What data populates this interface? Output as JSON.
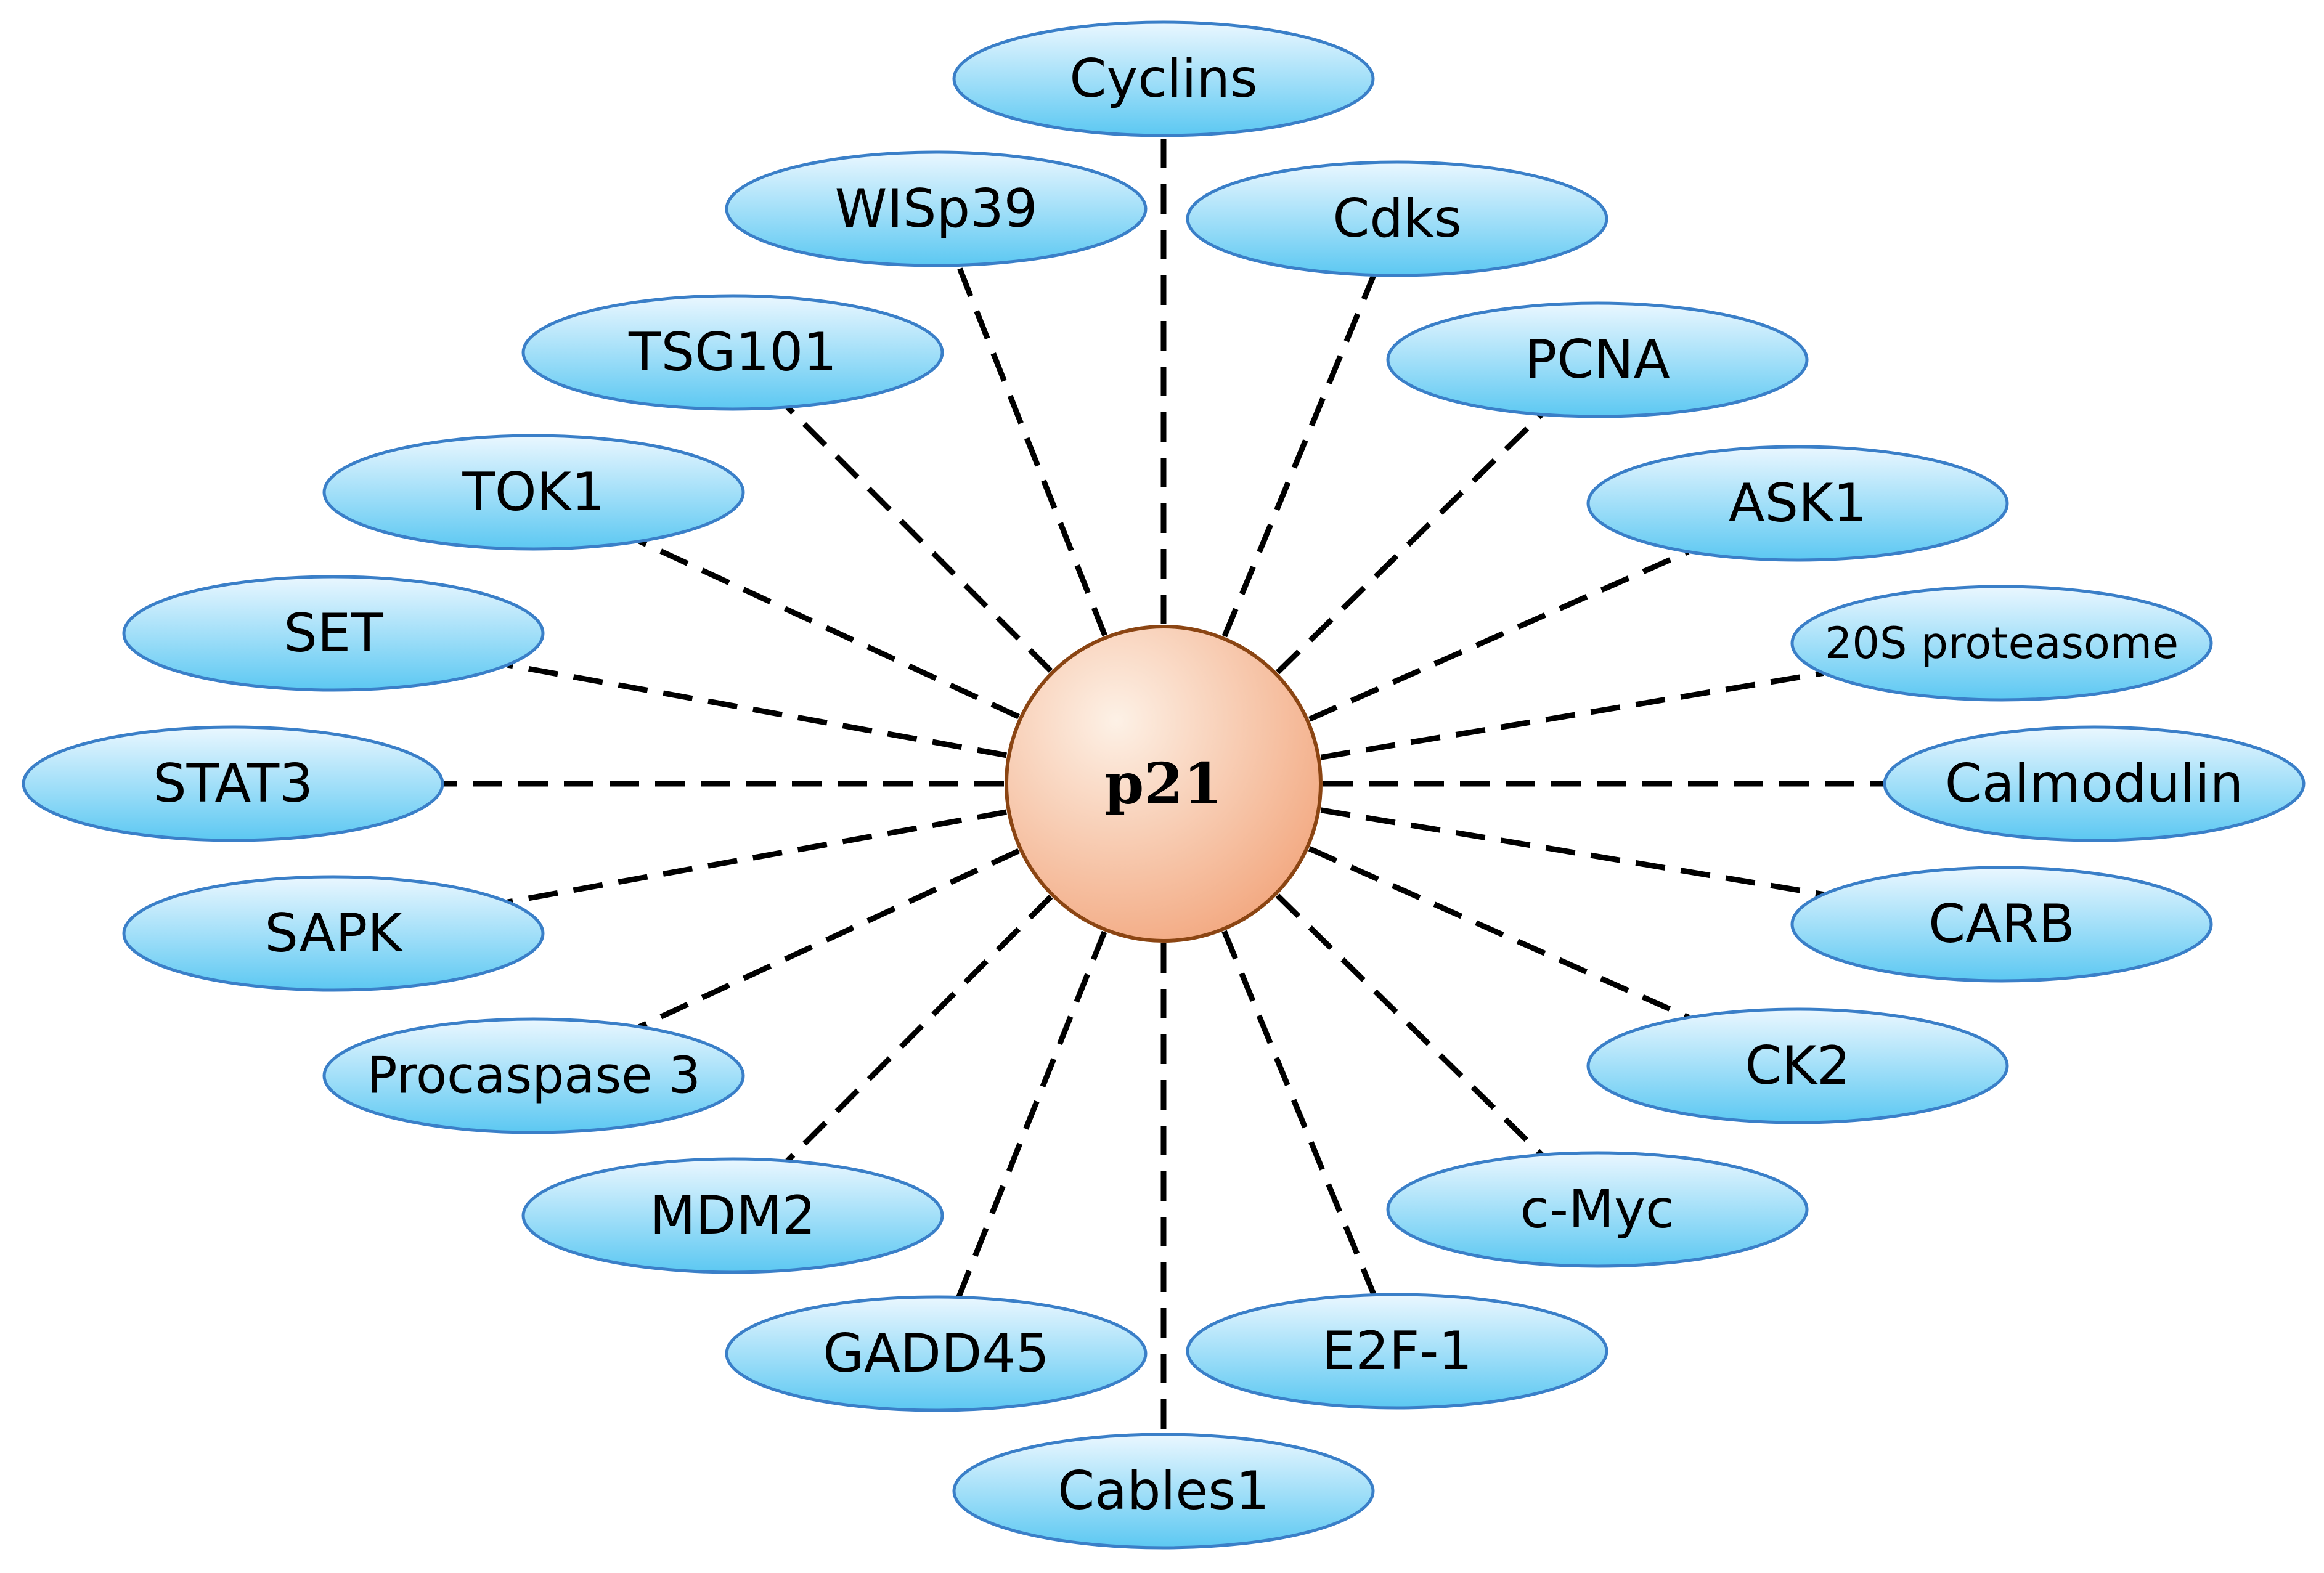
{
  "hub": {
    "label": "p21"
  },
  "nodes": [
    {
      "id": "cyclins",
      "label": "Cyclins"
    },
    {
      "id": "cdks",
      "label": "Cdks"
    },
    {
      "id": "pcna",
      "label": "PCNA"
    },
    {
      "id": "ask1",
      "label": "ASK1"
    },
    {
      "id": "20s-proteasome",
      "label": "20S proteasome"
    },
    {
      "id": "calmodulin",
      "label": "Calmodulin"
    },
    {
      "id": "carb",
      "label": "CARB"
    },
    {
      "id": "ck2",
      "label": "CK2"
    },
    {
      "id": "c-myc",
      "label": "c-Myc"
    },
    {
      "id": "e2f-1",
      "label": "E2F-1"
    },
    {
      "id": "cables1",
      "label": "Cables1"
    },
    {
      "id": "gadd45",
      "label": "GADD45"
    },
    {
      "id": "mdm2",
      "label": "MDM2"
    },
    {
      "id": "procaspase-3",
      "label": "Procaspase 3"
    },
    {
      "id": "sapk",
      "label": "SAPK"
    },
    {
      "id": "stat3",
      "label": "STAT3"
    },
    {
      "id": "set",
      "label": "SET"
    },
    {
      "id": "tok1",
      "label": "TOK1"
    },
    {
      "id": "tsg101",
      "label": "TSG101"
    },
    {
      "id": "wisp39",
      "label": "WISp39"
    }
  ],
  "colors": {
    "node_fill_light": "#eaf7ff",
    "node_fill_dark": "#5cc8f2",
    "node_border": "#3a7fc8",
    "hub_fill_light": "#fdf1e6",
    "hub_fill_dark": "#f2a57c",
    "hub_border": "#8b4513",
    "connector": "#000000"
  }
}
